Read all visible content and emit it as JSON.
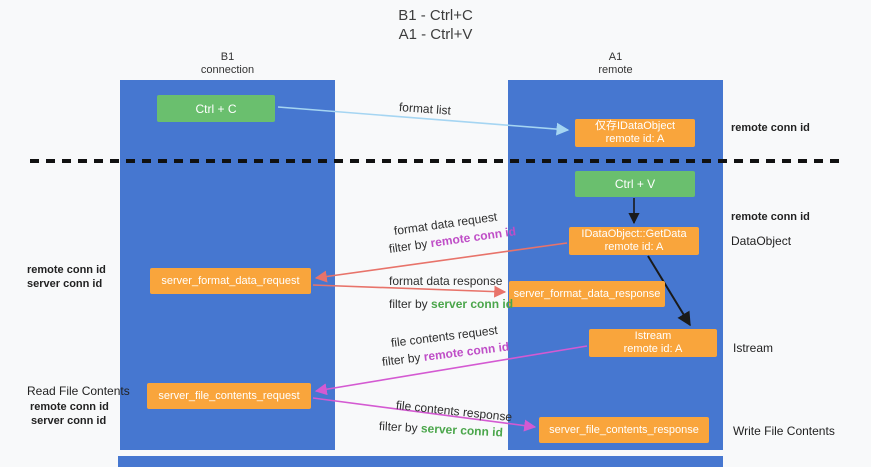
{
  "title": {
    "line1": "B1 - Ctrl+C",
    "line2": "A1 - Ctrl+V"
  },
  "lanes": {
    "left": {
      "name": "B1",
      "sub": "connection"
    },
    "right": {
      "name": "A1",
      "sub": "remote"
    }
  },
  "nodes": {
    "ctrl_c": {
      "label": "Ctrl + C"
    },
    "idataobject": {
      "line1": "仅存IDataObject",
      "line2": "remote id: A"
    },
    "ctrl_v": {
      "label": "Ctrl + V"
    },
    "getdata": {
      "line1": "IDataObject::GetData",
      "line2": "remote id: A"
    },
    "format_request": {
      "label": "server_format_data_request"
    },
    "format_response": {
      "label": "server_format_data_response"
    },
    "istream": {
      "line1": "Istream",
      "line2": "remote id: A"
    },
    "file_request": {
      "label": "server_file_contents_request"
    },
    "file_response": {
      "label": "server_file_contents_response"
    }
  },
  "arrow_labels": {
    "format_list": "format list",
    "format_data_request": "format data request",
    "filter1": {
      "prefix": "filter by ",
      "value": "remote conn id"
    },
    "format_data_response": "format data response",
    "filter2": {
      "prefix": "filter by ",
      "value": "server conn id"
    },
    "file_contents_request": "file contents request",
    "filter3": {
      "prefix": "filter by ",
      "value": "remote conn id"
    },
    "file_contents_response": "file contents response",
    "filter4": {
      "prefix": "filter by ",
      "value": "server conn id"
    }
  },
  "annotations": {
    "right_remote_1": "remote conn id",
    "right_remote_2": "remote conn id",
    "dataobject": "DataObject",
    "istream": "Istream",
    "write_file_contents": "Write File Contents",
    "left_remote_1": "remote conn id",
    "left_server_1": "server conn id",
    "read_file_contents": "Read File Contents",
    "left_remote_2": "remote conn id",
    "left_server_2": "server conn id"
  },
  "colors": {
    "lane_blue": "#4677d0",
    "green_box": "#6abf6e",
    "orange_box": "#f9a53c",
    "arrow_blue": "#a5d5f2",
    "arrow_black": "#1a1a1a",
    "arrow_red": "#e8736a",
    "arrow_magenta": "#d45ad2",
    "text_magenta": "#bf4ec7",
    "text_green": "#4ba64b"
  }
}
